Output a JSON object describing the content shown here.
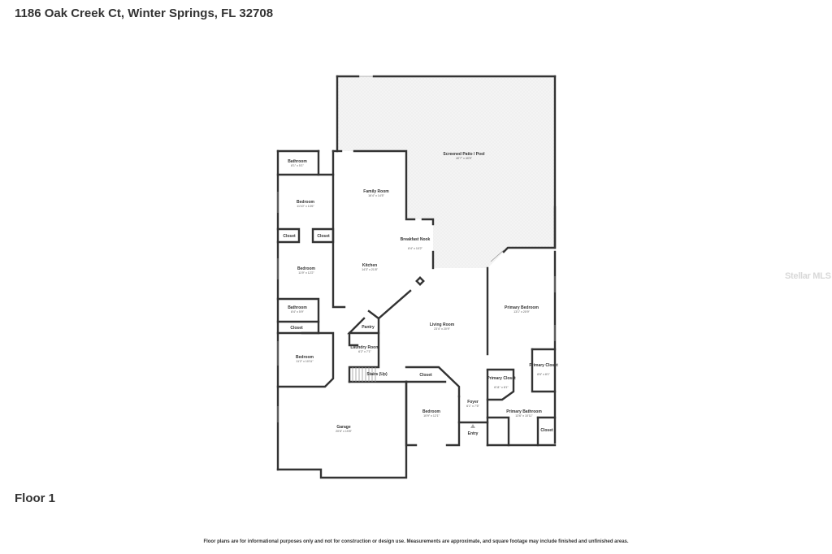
{
  "header": {
    "address": "1186 Oak Creek Ct, Winter Springs, FL 32708"
  },
  "floor_label": "Floor 1",
  "disclaimer": "Floor plans are for informational purposes only and not for construction or design use. Measurements are approximate, and square footage may include finished and unfinished areas.",
  "watermark": "Stellar MLS",
  "rooms": {
    "patio": {
      "name": "Screened Patio / Pool",
      "dim": "40'7\" x 40'5\""
    },
    "bath1": {
      "name": "Bathroom",
      "dim": "8'1\" x 5'1\""
    },
    "family": {
      "name": "Family Room",
      "dim": "16'4\" x 14'5\""
    },
    "bed1": {
      "name": "Bedroom",
      "dim": "11'10\" x 13'6\""
    },
    "closet1": {
      "name": "Closet"
    },
    "closet2": {
      "name": "Closet"
    },
    "nook": {
      "name": "Breakfast Nook",
      "dim": "8'4\" x 10'2\""
    },
    "kitchen": {
      "name": "Kitchen",
      "dim": "14'3\" x 21'8\""
    },
    "bed2": {
      "name": "Bedroom",
      "dim": "11'9\" x 12'2\""
    },
    "bath2": {
      "name": "Bathroom",
      "dim": "8'4\" x 5'9\""
    },
    "primary_bed": {
      "name": "Primary Bedroom",
      "dim": "13'1\" x 20'9\""
    },
    "pantry": {
      "name": "Pantry"
    },
    "living": {
      "name": "Living Room",
      "dim": "23'4\" x 20'9\""
    },
    "closet3": {
      "name": "Closet"
    },
    "laundry": {
      "name": "Laundry Room",
      "dim": "6'2\" x 7'1\""
    },
    "bed3": {
      "name": "Bedroom",
      "dim": "11'2\" x 10'11\""
    },
    "primary_closet1": {
      "name": "Primary Closet",
      "dim": "8'6\" x 8'1\""
    },
    "stairs": {
      "name": "Stairs (Up)"
    },
    "closet4": {
      "name": "Closet"
    },
    "primary_closet2": {
      "name": "Primary Closet",
      "dim": "6'11\" x 6'1\""
    },
    "foyer": {
      "name": "Foyer",
      "dim": "6'1\" x 7'5\""
    },
    "bed4": {
      "name": "Bedroom",
      "dim": "10'9\" x 12'1\""
    },
    "primary_bath": {
      "name": "Primary Bathroom",
      "dim": "13'6\" x 10'11\""
    },
    "garage": {
      "name": "Garage",
      "dim": "20'6\" x 19'8\""
    },
    "closet5": {
      "name": "Closet"
    },
    "entry": {
      "name": "Entry"
    }
  }
}
